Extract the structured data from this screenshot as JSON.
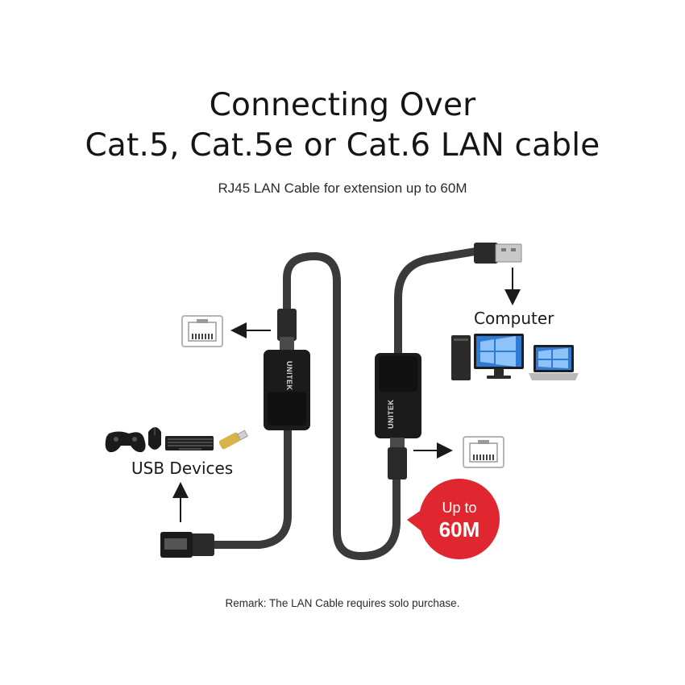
{
  "title": {
    "line1": "Connecting Over",
    "line2": "Cat.5, Cat.5e or Cat.6 LAN cable"
  },
  "subtitle": "RJ45 LAN Cable for extension up to 60M",
  "labels": {
    "computer": "Computer",
    "usb_devices": "USB Devices"
  },
  "brand": "UNITEK",
  "badge": {
    "line1": "Up to",
    "line2": "60M",
    "color": "#e0262e"
  },
  "remark": "Remark: The LAN Cable requires solo purchase.",
  "colors": {
    "cable": "#3a3a3a",
    "adapter": "#1b1b1b",
    "arrow": "#1a1a1a"
  }
}
